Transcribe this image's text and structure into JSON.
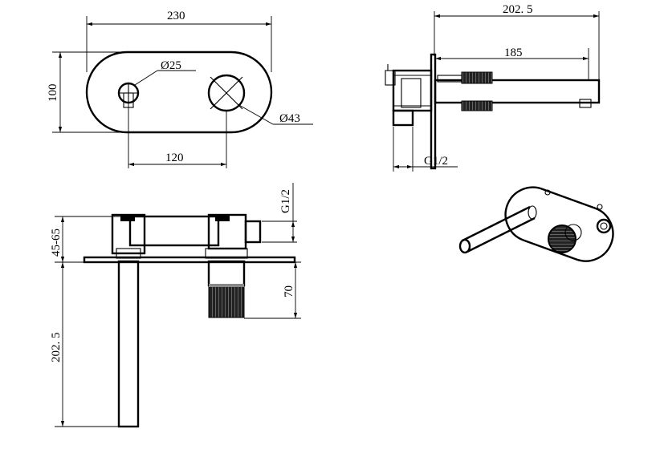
{
  "colors": {
    "line": "#000000",
    "background": "#ffffff"
  },
  "front_view": {
    "width_label": "230",
    "height_label": "100",
    "handle_dia_label": "Ø25",
    "spout_dia_label": "Ø43",
    "spacing_label": "120"
  },
  "side_view": {
    "overall_label": "202. 5",
    "spout_label": "185",
    "thread_label": "G1/2"
  },
  "top_view": {
    "thread_label": "G1/2",
    "range_label": "45-65",
    "handle_label": "70",
    "spout_label": "202. 5"
  }
}
